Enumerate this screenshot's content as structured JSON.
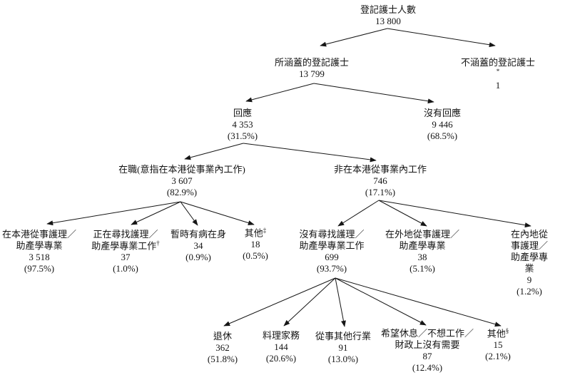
{
  "diagram": {
    "description_root": "登記護士人數統計樹形圖",
    "accent_color": "#161616",
    "background_color": "#ffffff"
  },
  "nodes": {
    "root": {
      "label": "登記護士人數",
      "value": "13 800"
    },
    "covered": {
      "label": "所涵蓋的登記護士",
      "value": "13 799"
    },
    "not_covered": {
      "label": "不涵蓋的登記護士",
      "sup": "*",
      "value": "1"
    },
    "responded": {
      "label": "回應",
      "value": "4 353",
      "percent": "(31.5%)"
    },
    "no_response": {
      "label": "沒有回應",
      "value": "9 446",
      "percent": "(68.5%)"
    },
    "working": {
      "label": "在職(意指在本港從事業內工作)",
      "value": "3 607",
      "percent": "(82.9%)"
    },
    "not_working_hk": {
      "label": "非在本港從事業內工作",
      "value": "746",
      "percent": "(17.1%)"
    },
    "practising_hk": {
      "label": "在本港從事護理／\n助產學專業",
      "value": "3 518",
      "percent": "(97.5%)"
    },
    "seeking_work": {
      "label": "正在尋找護理／\n助產學專業工作",
      "sup": "†",
      "value": "37",
      "percent": "(1.0%)"
    },
    "temporarily_ill": {
      "label": "暫時有病在身",
      "value": "34",
      "percent": "(0.9%)"
    },
    "others_working": {
      "label": "其他",
      "sup": "‡",
      "value": "18",
      "percent": "(0.5%)"
    },
    "not_seeking": {
      "label": "沒有尋找護理／\n助產學專業工作",
      "value": "699",
      "percent": "(93.7%)"
    },
    "overseas": {
      "label": "在外地從事護理／\n助產學專業",
      "value": "38",
      "percent": "(5.1%)"
    },
    "mainland": {
      "label": "在內地從事護理／\n助產學專業",
      "value": "9",
      "percent": "(1.2%)"
    },
    "retired": {
      "label": "退休",
      "value": "362",
      "percent": "(51.8%)"
    },
    "housework": {
      "label": "料理家務",
      "value": "144",
      "percent": "(20.6%)"
    },
    "other_industry": {
      "label": "從事其他行業",
      "value": "91",
      "percent": "(13.0%)"
    },
    "wish_rest": {
      "label": "希望休息／不想工作／\n財政上沒有需要",
      "value": "87",
      "percent": "(12.4%)"
    },
    "others_not_seeking": {
      "label": "其他",
      "sup": "§",
      "value": "15",
      "percent": "(2.1%)"
    }
  },
  "edges": [
    {
      "from": "root",
      "to": "covered"
    },
    {
      "from": "root",
      "to": "not_covered"
    },
    {
      "from": "covered",
      "to": "responded"
    },
    {
      "from": "covered",
      "to": "no_response"
    },
    {
      "from": "responded",
      "to": "working"
    },
    {
      "from": "responded",
      "to": "not_working_hk"
    },
    {
      "from": "working",
      "to": "practising_hk"
    },
    {
      "from": "working",
      "to": "seeking_work"
    },
    {
      "from": "working",
      "to": "temporarily_ill"
    },
    {
      "from": "working",
      "to": "others_working"
    },
    {
      "from": "not_working_hk",
      "to": "not_seeking"
    },
    {
      "from": "not_working_hk",
      "to": "overseas"
    },
    {
      "from": "not_working_hk",
      "to": "mainland"
    },
    {
      "from": "not_seeking",
      "to": "retired"
    },
    {
      "from": "not_seeking",
      "to": "housework"
    },
    {
      "from": "not_seeking",
      "to": "other_industry"
    },
    {
      "from": "not_seeking",
      "to": "wish_rest"
    },
    {
      "from": "not_seeking",
      "to": "others_not_seeking"
    }
  ]
}
